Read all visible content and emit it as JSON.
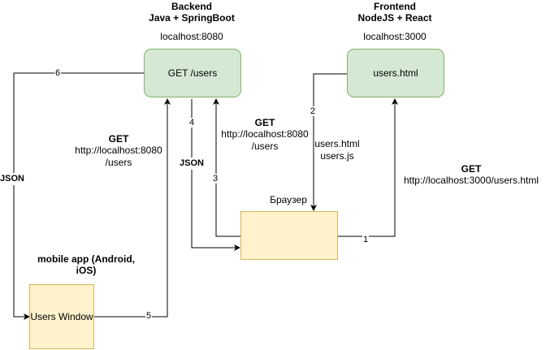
{
  "backend": {
    "title": "Backend",
    "subtitle": "Java + SpringBoot",
    "host": "localhost:8080",
    "box_label": "GET /users"
  },
  "frontend": {
    "title": "Frontend",
    "subtitle": "NodeJS + React",
    "host": "localhost:3000",
    "box_label": "users.html"
  },
  "browser": {
    "label": "Браузер",
    "box_label": ""
  },
  "mobile": {
    "title_line1": "mobile app (Android,",
    "title_line2": "iOS)",
    "box_label": "Users Window"
  },
  "edges": {
    "e1": "1",
    "e2": "2",
    "e3": "3",
    "e4": "4",
    "e5": "5",
    "e6": "6"
  },
  "labels": {
    "get_frontend_title": "GET",
    "get_frontend_url": "http://localhost:3000/users.html",
    "get_backend_browser_title": "GET",
    "get_backend_browser_url1": "http://localhost:8080",
    "get_backend_browser_url2": "/users",
    "get_backend_mobile_title": "GET",
    "get_backend_mobile_url1": "http://localhost:8080",
    "get_backend_mobile_url2": "/users",
    "files_line1": "users.html",
    "files_line2": "users.js",
    "json_browser": "JSON",
    "json_mobile": "JSON"
  },
  "colors": {
    "server_fill": "#d5e8d4",
    "server_stroke": "#82b366",
    "client_fill": "#fff2cc",
    "client_stroke": "#d6b656"
  }
}
